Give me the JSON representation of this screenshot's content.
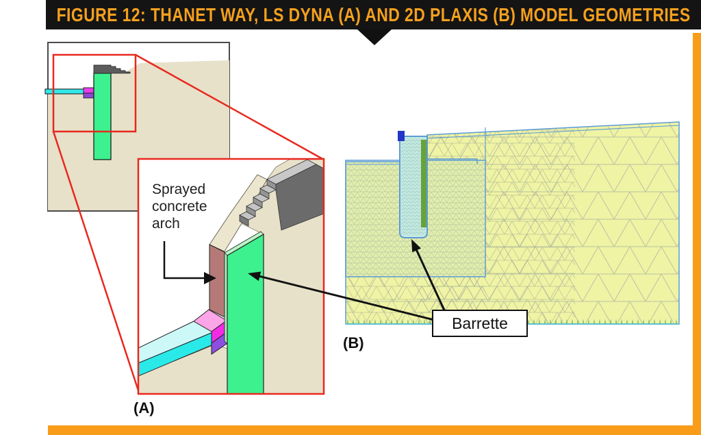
{
  "header": {
    "title": "FIGURE 12: THANET WAY, LS DYNA (A) AND 2D PLAXIS (B) MODEL GEOMETRIES"
  },
  "panel_a": {
    "label": "(A)",
    "arch_annotation": {
      "line1": "Sprayed",
      "line2": "concrete",
      "line3": "arch"
    }
  },
  "panel_b": {
    "label": "(B)",
    "barrette_annotation": "Barrette"
  },
  "colors": {
    "accent_orange": "#F89C1A",
    "header_bg": "#141414",
    "title_text": "#F5A01E",
    "red_callout": "#E8281E",
    "barrette_green": "#3DF18F",
    "arch_mauve": "#B57A78",
    "slab_cyan_front": "#2AE9E9",
    "slab_cyan_top": "#CDF8F8",
    "pink_face": "#FCA6E8",
    "magenta_face": "#F32BE4",
    "purple_face": "#8D4FE0",
    "soil_beige": "#E7E1C9",
    "mesh_yellow": "#EFF3A4",
    "mesh_dense_fill": "#E2EDAE",
    "mesh_blue_outline": "#5B9BD5",
    "mesh_barrette_fill": "#C9ECE4",
    "mesh_green_strip": "#68A23D",
    "mesh_cap_blue": "#2336C8"
  }
}
